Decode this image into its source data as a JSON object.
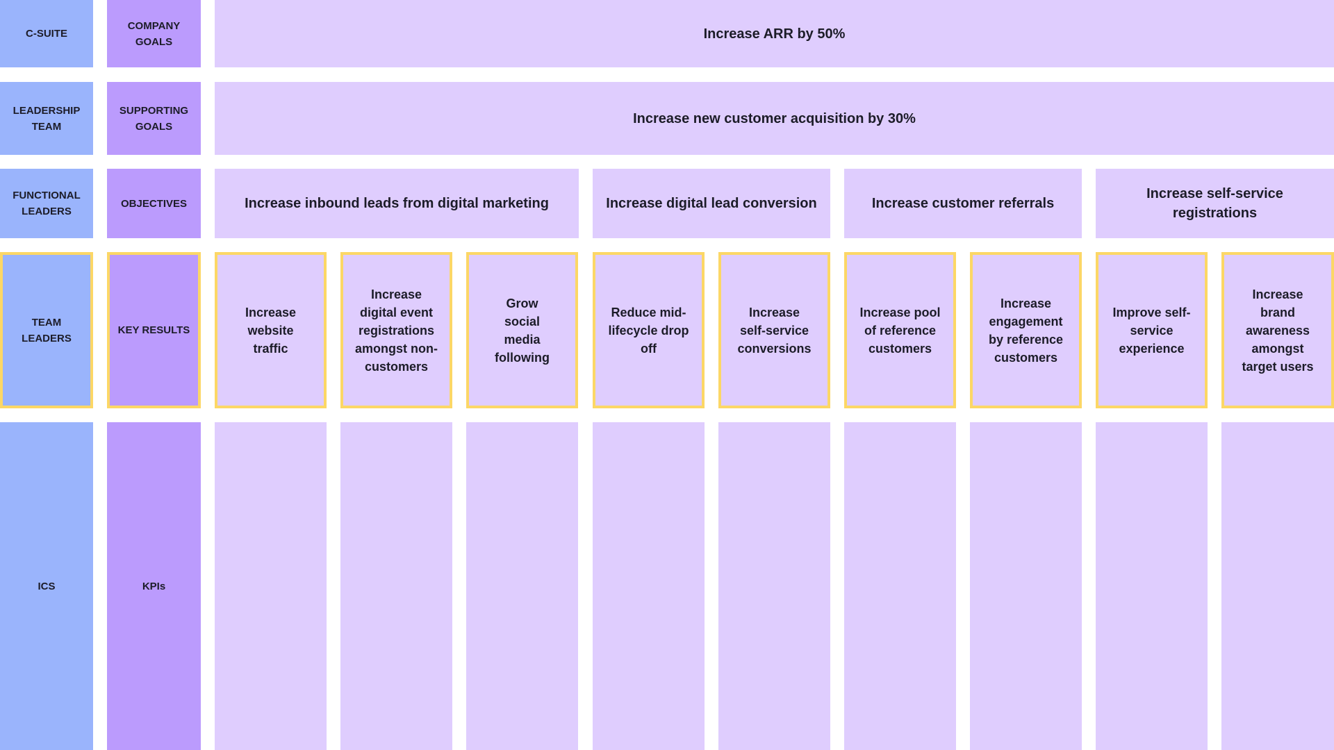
{
  "colors": {
    "role_column": "#9ab4fc",
    "level_column": "#bb9bfd",
    "content_cell": "#dfcdfe",
    "highlight_border": "#fcd766"
  },
  "rows": {
    "c_suite": {
      "role": "C-SUITE",
      "level": "COMPANY GOALS",
      "goal": "Increase ARR by 50%"
    },
    "leadership": {
      "role": "LEADERSHIP TEAM",
      "level": "SUPPORTING GOALS",
      "goal": "Increase new customer acquisition by 30%"
    },
    "functional": {
      "role": "FUNCTIONAL LEADERS",
      "level": "OBJECTIVES",
      "objectives": [
        "Increase inbound leads from digital marketing",
        "Increase digital lead conversion",
        "Increase customer referrals",
        "Increase self-service registrations"
      ]
    },
    "team": {
      "role": "TEAM LEADERS",
      "level": "KEY RESULTS",
      "key_results": [
        "Increase website traffic",
        "Increase digital event registrations amongst non-customers",
        "Grow social media following",
        "Reduce mid-lifecycle drop off",
        "Increase self-service conversions",
        "Increase pool of reference customers",
        "Increase engagement by reference customers",
        "Improve self-service experience",
        "Increase brand awareness amongst target users"
      ]
    },
    "ics": {
      "role": "ICs",
      "level": "KPIs"
    }
  }
}
